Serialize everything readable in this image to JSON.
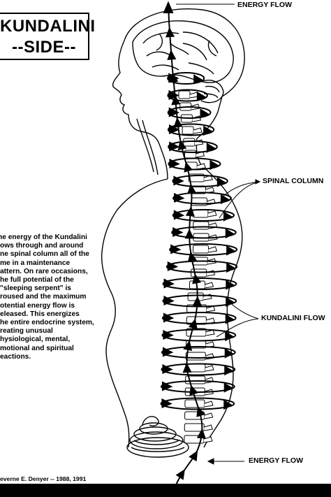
{
  "title": {
    "line1": "KUNDALINI",
    "line2": "--SIDE--"
  },
  "labels": {
    "energy_flow_top": "ENERGY FLOW",
    "spinal_column": "SPINAL COLUMN",
    "kundalini_flow": "KUNDALINI FLOW",
    "energy_flow_bottom": "ENERGY FLOW"
  },
  "description": "he energy of the Kundalini\nows through and around\nne spinal column all of the\nme in a maintenance\nattern.  On rare occasions,\nhe full potential of the\n\"sleeping serpent\" is\nroused and the maximum\notential energy flow is\neleased.  This energizes\nhe entire endocrine system,\nreating unusual\nhysiological, mental,\nmotional and spiritual\neactions.",
  "credit": "everne E. Denyer -- 1988, 1991",
  "colors": {
    "ink": "#000000",
    "paper": "#ffffff",
    "bottom_bar": "#000000"
  }
}
